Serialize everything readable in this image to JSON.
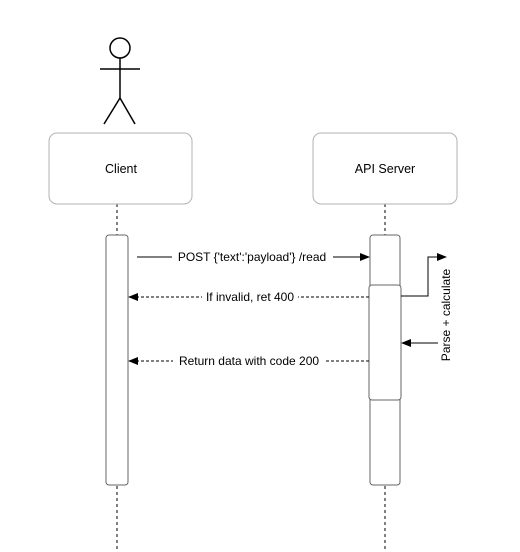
{
  "participants": {
    "client": {
      "label": "Client"
    },
    "server": {
      "label": "API Server"
    }
  },
  "messages": {
    "request": "POST {'text':'payload'} /read",
    "invalid": "If invalid, ret 400",
    "success": "Return data with code 200",
    "self_call": "Parse + calculate"
  },
  "colors": {
    "stroke": "#000000",
    "box_border": "#b3b3b3",
    "activation_border": "#666666",
    "background": "#ffffff"
  }
}
